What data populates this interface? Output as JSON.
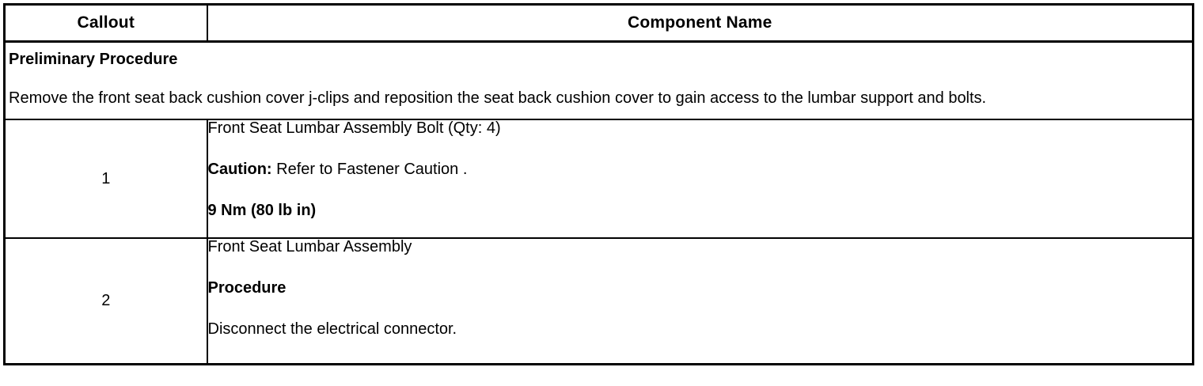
{
  "table": {
    "columns": [
      {
        "key": "callout",
        "header": "Callout"
      },
      {
        "key": "component",
        "header": "Component Name"
      }
    ],
    "preliminary": {
      "title": "Preliminary Procedure",
      "body": "Remove the front seat back cushion cover j-clips and reposition the seat back cushion cover to gain access to the lumbar support and bolts."
    },
    "rows": [
      {
        "callout": "1",
        "lines": [
          {
            "text": "Front Seat Lumbar Assembly Bolt (Qty: 4)",
            "bold_prefix": "",
            "bold": false
          },
          {
            "text": "Refer to Fastener Caution .",
            "bold_prefix": "Caution:",
            "bold": false
          },
          {
            "text": "9 Nm (80 lb in)",
            "bold_prefix": "",
            "bold": true
          }
        ]
      },
      {
        "callout": "2",
        "lines": [
          {
            "text": "Front Seat Lumbar Assembly",
            "bold_prefix": "",
            "bold": false
          },
          {
            "text": "Procedure",
            "bold_prefix": "",
            "bold": true
          },
          {
            "text": "Disconnect the electrical connector.",
            "bold_prefix": "",
            "bold": false
          }
        ]
      }
    ]
  },
  "colors": {
    "border": "#000000",
    "text": "#000000",
    "background": "#ffffff"
  }
}
